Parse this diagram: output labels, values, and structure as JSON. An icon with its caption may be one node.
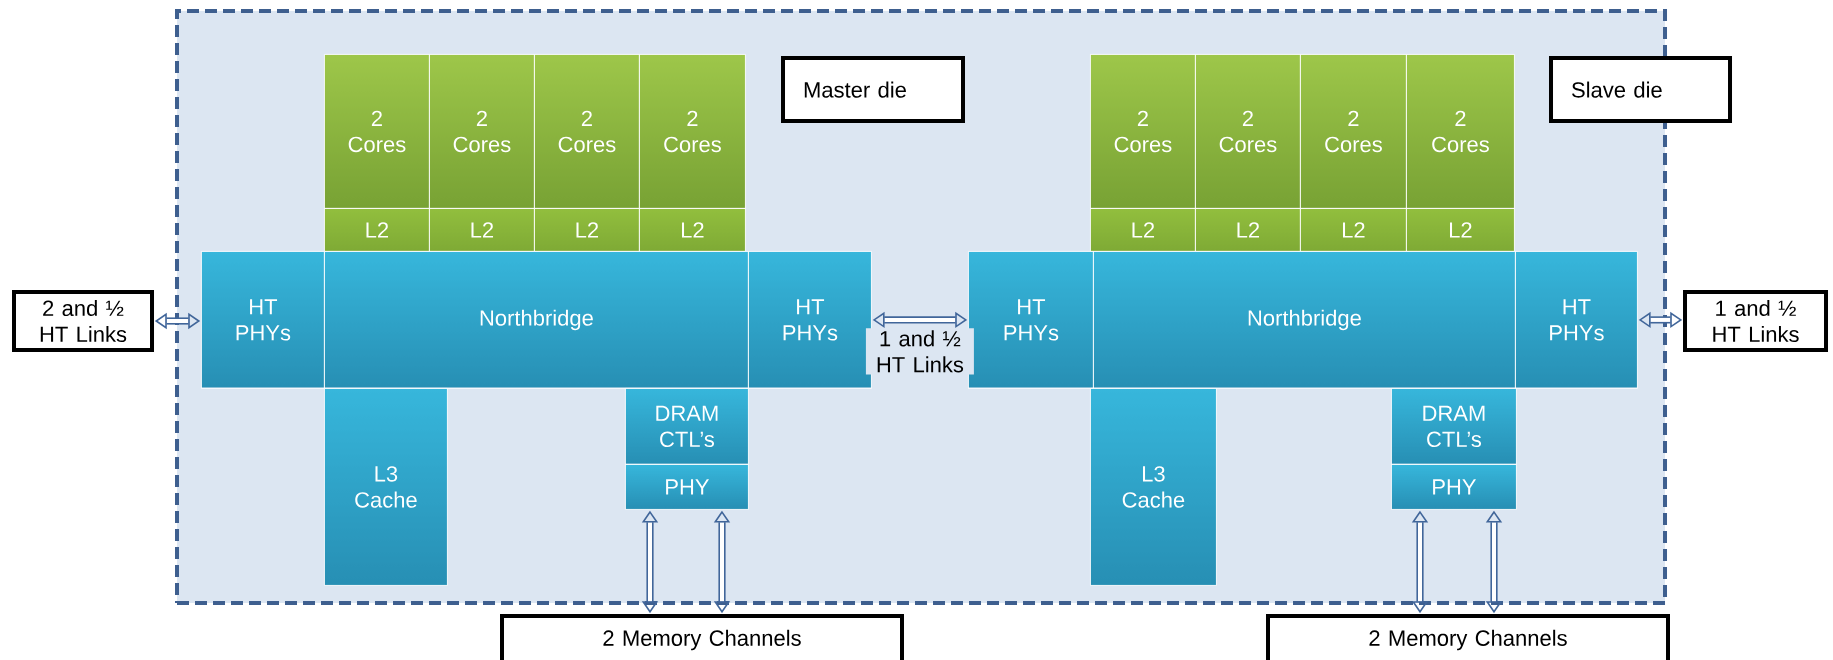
{
  "diagram": {
    "nodes": [
      {
        "text": [],
        "shape": "box"
      },
      {
        "text": [
          "Master die"
        ],
        "in": 0
      },
      {
        "text": [
          "Slave die"
        ],
        "in": 0
      },
      {
        "text": [
          "2 Cores"
        ],
        "in": 0
      },
      {
        "text": [
          "2 Cores"
        ],
        "in": 0
      },
      {
        "text": [
          "2 Cores"
        ],
        "in": 0
      },
      {
        "text": [
          "2 Cores"
        ],
        "in": 0
      },
      {
        "text": [
          "L2"
        ],
        "in": 0
      },
      {
        "text": [
          "L2"
        ],
        "in": 0
      },
      {
        "text": [
          "L2"
        ],
        "in": 0
      },
      {
        "text": [
          "L2"
        ],
        "in": 0
      },
      {
        "text": [
          "HT PHYs"
        ],
        "in": 0
      },
      {
        "text": [
          "Northbridge"
        ],
        "in": 0
      },
      {
        "text": [
          "HT PHYs"
        ],
        "in": 0
      },
      {
        "text": [
          "L3 Cache"
        ],
        "in": 0
      },
      {
        "text": [
          "DRAM CTL’s"
        ],
        "in": 0
      },
      {
        "text": [
          "PHY"
        ],
        "in": 0
      },
      {
        "text": [
          "2 Cores"
        ],
        "in": 0
      },
      {
        "text": [
          "2 Cores"
        ],
        "in": 0
      },
      {
        "text": [
          "2 Cores"
        ],
        "in": 0
      },
      {
        "text": [
          "2 Cores"
        ],
        "in": 0
      },
      {
        "text": [
          "L2"
        ],
        "in": 0
      },
      {
        "text": [
          "L2"
        ],
        "in": 0
      },
      {
        "text": [
          "L2"
        ],
        "in": 0
      },
      {
        "text": [
          "L2"
        ],
        "in": 0
      },
      {
        "text": [
          "HT PHYs"
        ],
        "in": 0
      },
      {
        "text": [
          "Northbridge"
        ],
        "in": 0
      },
      {
        "text": [
          "HT PHYs"
        ],
        "in": 0
      },
      {
        "text": [
          "L3 Cache"
        ],
        "in": 0
      },
      {
        "text": [
          "DRAM CTL’s"
        ],
        "in": 0
      },
      {
        "text": [
          "PHY"
        ],
        "in": 0
      },
      {
        "text": [
          "2 and ½ HT Links"
        ]
      },
      {
        "text": [
          "1 and ½ HT Links"
        ]
      },
      {
        "text": [
          "2 Memory Channels"
        ]
      },
      {
        "text": [
          "2 Memory Channels"
        ]
      }
    ],
    "edges": [
      {
        "from": 31,
        "to": 11,
        "arrow": "both"
      },
      {
        "from": 13,
        "to": 25,
        "arrow": "both",
        "label": "1 and ½ HT Links"
      },
      {
        "from": 27,
        "to": 32,
        "arrow": "both"
      },
      {
        "from": 16,
        "to": 33,
        "arrow": "both"
      },
      {
        "from": 16,
        "to": 33,
        "arrow": "both"
      },
      {
        "from": 30,
        "to": 34,
        "arrow": "both"
      },
      {
        "from": 30,
        "to": 34,
        "arrow": "both"
      }
    ]
  }
}
